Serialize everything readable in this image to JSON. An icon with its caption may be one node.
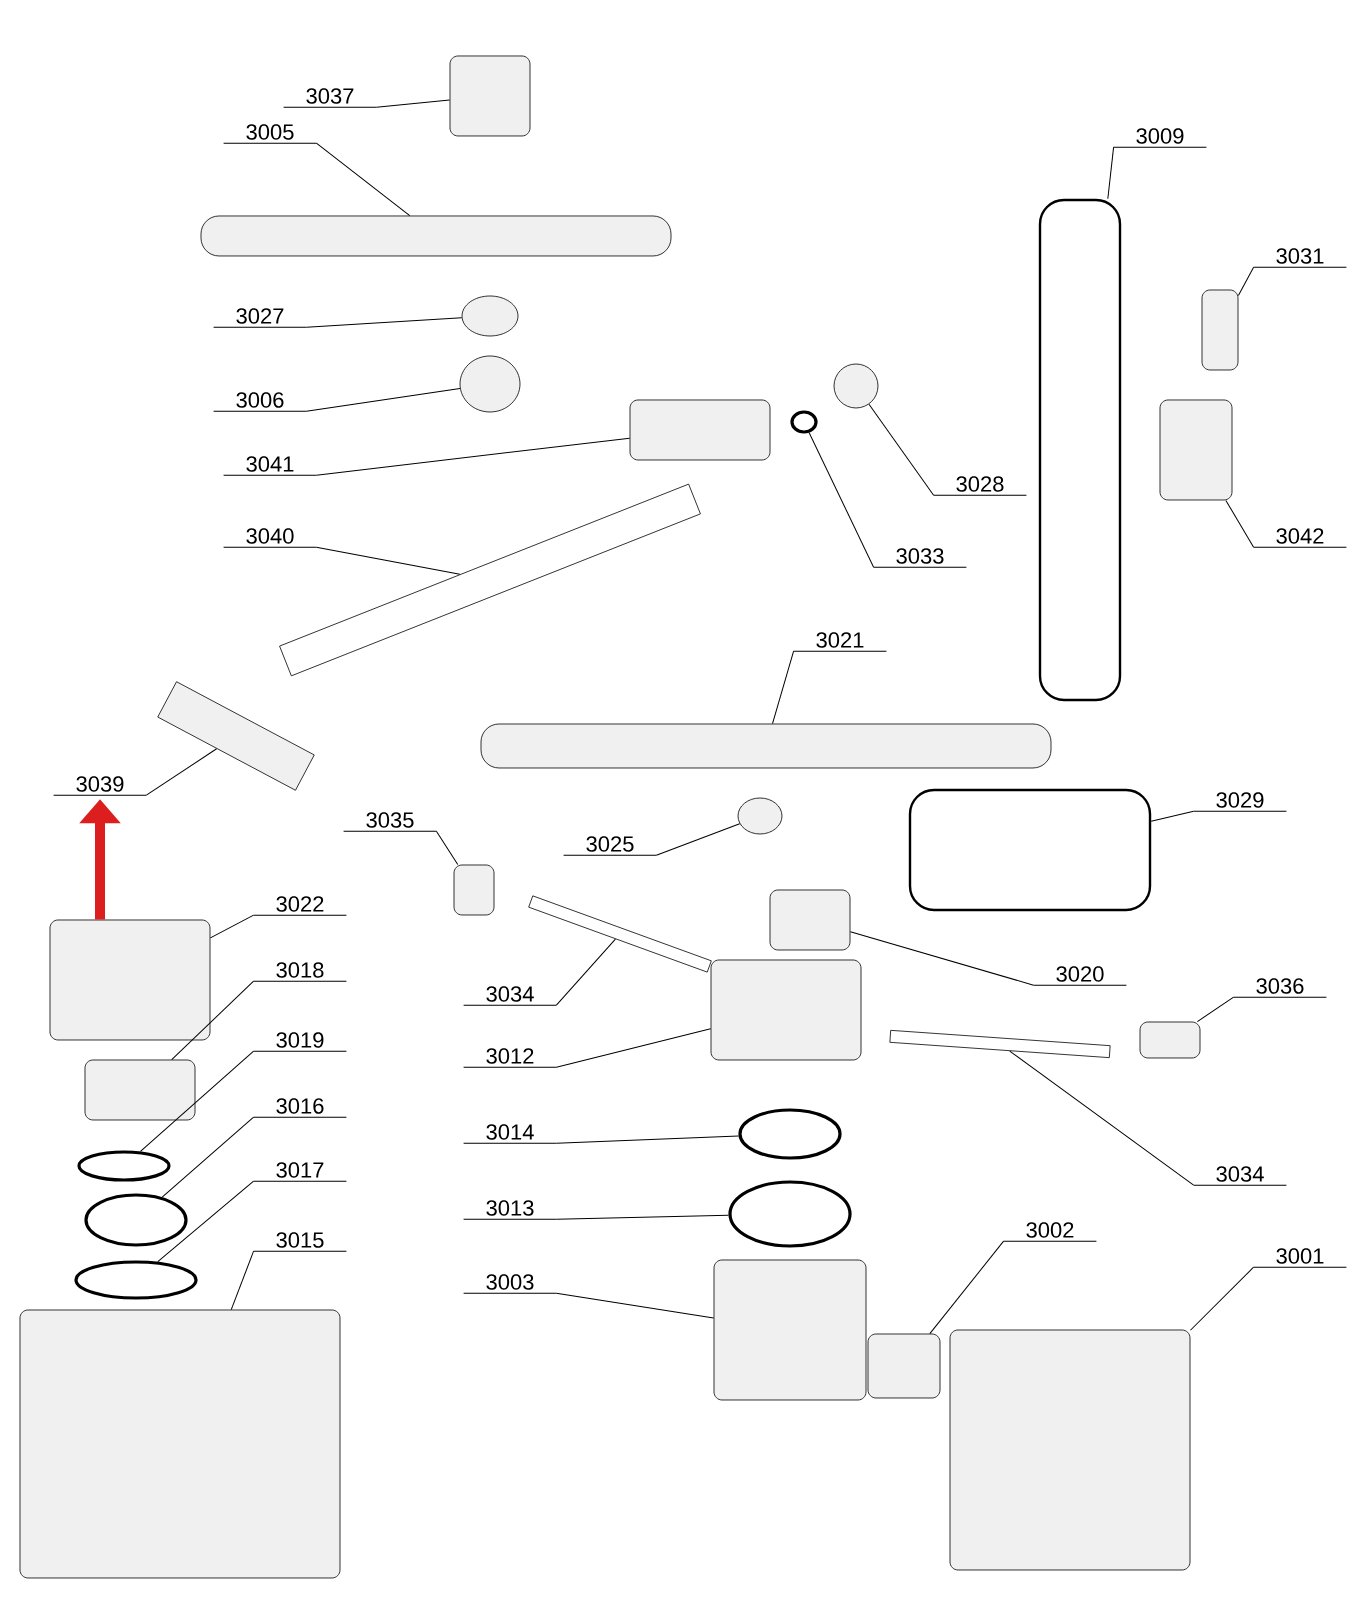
{
  "diagram": {
    "nodes": [
      {
        "text": [
          "3037"
        ]
      },
      {
        "text": [],
        "shape": "box"
      },
      {
        "text": [
          "3005"
        ]
      },
      {
        "text": [],
        "shape": "bar"
      },
      {
        "text": [
          "3027"
        ]
      },
      {
        "text": [],
        "shape": "circle"
      },
      {
        "text": [
          "3006"
        ]
      },
      {
        "text": [],
        "shape": "circle"
      },
      {
        "text": [
          "3041"
        ]
      },
      {
        "text": [],
        "shape": "box"
      },
      {
        "text": [
          "3040"
        ]
      },
      {
        "text": [],
        "shape": "bar"
      },
      {
        "text": [
          "3039"
        ]
      },
      {
        "text": [],
        "shape": "box"
      },
      {
        "text": [
          "3022"
        ]
      },
      {
        "text": [],
        "shape": "box"
      },
      {
        "text": [
          "3018"
        ]
      },
      {
        "text": [],
        "shape": "box"
      },
      {
        "text": [
          "3019"
        ]
      },
      {
        "text": [],
        "shape": "circle"
      },
      {
        "text": [
          "3016"
        ]
      },
      {
        "text": [],
        "shape": "circle"
      },
      {
        "text": [
          "3017"
        ]
      },
      {
        "text": [],
        "shape": "circle"
      },
      {
        "text": [
          "3015"
        ]
      },
      {
        "text": [],
        "shape": "box"
      },
      {
        "text": [
          "3009"
        ]
      },
      {
        "text": [],
        "shape": "bar"
      },
      {
        "text": [
          "3031"
        ]
      },
      {
        "text": [],
        "shape": "box"
      },
      {
        "text": [
          "3028"
        ]
      },
      {
        "text": [],
        "shape": "circle"
      },
      {
        "text": [
          "3033"
        ]
      },
      {
        "text": [],
        "shape": "circle"
      },
      {
        "text": [
          "3042"
        ]
      },
      {
        "text": [],
        "shape": "box"
      },
      {
        "text": [
          "3021"
        ]
      },
      {
        "text": [],
        "shape": "bar"
      },
      {
        "text": [
          "3029"
        ]
      },
      {
        "text": [],
        "shape": "bar"
      },
      {
        "text": [
          "3035"
        ]
      },
      {
        "text": [],
        "shape": "box"
      },
      {
        "text": [
          "3025"
        ]
      },
      {
        "text": [],
        "shape": "circle"
      },
      {
        "text": [
          "3034"
        ]
      },
      {
        "text": [],
        "shape": "bar"
      },
      {
        "text": [
          "3020"
        ]
      },
      {
        "text": [],
        "shape": "box"
      },
      {
        "text": [
          "3036"
        ]
      },
      {
        "text": [],
        "shape": "box"
      },
      {
        "text": [
          "3012"
        ]
      },
      {
        "text": [],
        "shape": "box"
      },
      {
        "text": [
          "3034"
        ]
      },
      {
        "text": [],
        "shape": "bar"
      },
      {
        "text": [
          "3014"
        ]
      },
      {
        "text": [],
        "shape": "circle"
      },
      {
        "text": [
          "3013"
        ]
      },
      {
        "text": [],
        "shape": "circle"
      },
      {
        "text": [
          "3003"
        ]
      },
      {
        "text": [],
        "shape": "box"
      },
      {
        "text": [
          "3002"
        ]
      },
      {
        "text": [],
        "shape": "box"
      },
      {
        "text": [
          "3001"
        ]
      },
      {
        "text": [],
        "shape": "box"
      }
    ],
    "edges": [
      {
        "from": 0,
        "to": 1,
        "arrow": "none"
      },
      {
        "from": 2,
        "to": 3,
        "arrow": "none"
      },
      {
        "from": 4,
        "to": 5,
        "arrow": "none"
      },
      {
        "from": 6,
        "to": 7,
        "arrow": "none"
      },
      {
        "from": 8,
        "to": 9,
        "arrow": "none"
      },
      {
        "from": 10,
        "to": 11,
        "arrow": "none"
      },
      {
        "from": 12,
        "to": 13,
        "arrow": "none"
      },
      {
        "from": 14,
        "to": 15,
        "arrow": "none"
      },
      {
        "from": 16,
        "to": 17,
        "arrow": "none"
      },
      {
        "from": 18,
        "to": 19,
        "arrow": "none"
      },
      {
        "from": 20,
        "to": 21,
        "arrow": "none"
      },
      {
        "from": 22,
        "to": 23,
        "arrow": "none"
      },
      {
        "from": 24,
        "to": 25,
        "arrow": "none"
      },
      {
        "from": 26,
        "to": 27,
        "arrow": "none"
      },
      {
        "from": 28,
        "to": 29,
        "arrow": "none"
      },
      {
        "from": 30,
        "to": 31,
        "arrow": "none"
      },
      {
        "from": 32,
        "to": 33,
        "arrow": "none"
      },
      {
        "from": 34,
        "to": 35,
        "arrow": "none"
      },
      {
        "from": 36,
        "to": 37,
        "arrow": "none"
      },
      {
        "from": 38,
        "to": 39,
        "arrow": "none"
      },
      {
        "from": 40,
        "to": 41,
        "arrow": "none"
      },
      {
        "from": 42,
        "to": 43,
        "arrow": "none"
      },
      {
        "from": 44,
        "to": 45,
        "arrow": "none"
      },
      {
        "from": 46,
        "to": 47,
        "arrow": "none"
      },
      {
        "from": 48,
        "to": 49,
        "arrow": "none"
      },
      {
        "from": 50,
        "to": 51,
        "arrow": "none"
      },
      {
        "from": 52,
        "to": 53,
        "arrow": "none"
      },
      {
        "from": 54,
        "to": 55,
        "arrow": "none"
      },
      {
        "from": 56,
        "to": 57,
        "arrow": "none"
      },
      {
        "from": 58,
        "to": 59,
        "arrow": "none"
      },
      {
        "from": 60,
        "to": 61,
        "arrow": "none"
      },
      {
        "from": 62,
        "to": 63,
        "arrow": "none"
      },
      {
        "from": 15,
        "to": 12,
        "arrow": "to",
        "style": "thick",
        "color": "#dc1e1e"
      }
    ]
  }
}
